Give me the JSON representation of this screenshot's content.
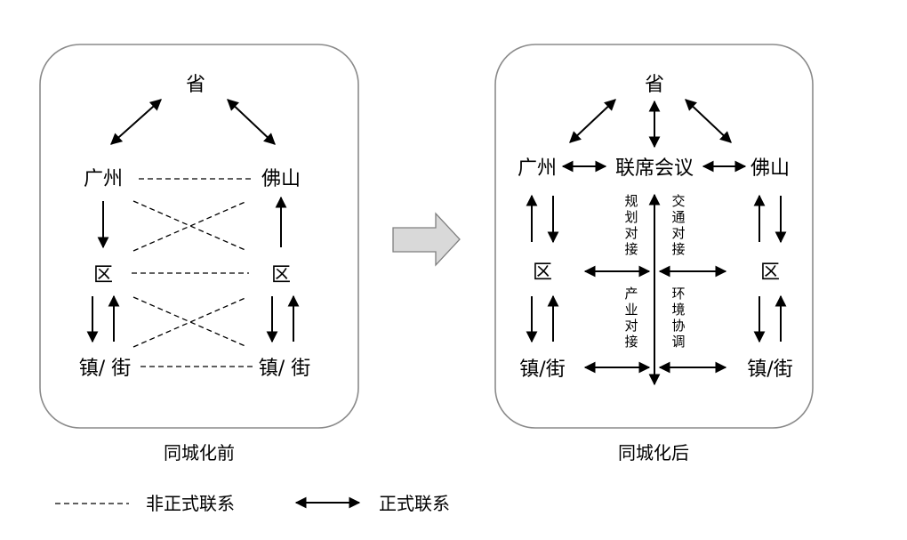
{
  "before": {
    "province": "省",
    "guangzhou": "广州",
    "foshan": "佛山",
    "district_left": "区",
    "district_right": "区",
    "town_left": "镇/ 街",
    "town_right": "镇/ 街",
    "caption": "同城化前"
  },
  "after": {
    "province": "省",
    "guangzhou": "广州",
    "meeting": "联席会议",
    "foshan": "佛山",
    "district_left": "区",
    "district_right": "区",
    "town_left": "镇/街",
    "town_right": "镇/街",
    "planning": [
      "规",
      "划",
      "对",
      "接"
    ],
    "transport": [
      "交",
      "通",
      "对",
      "接"
    ],
    "industry": [
      "产",
      "业",
      "对",
      "接"
    ],
    "environment": [
      "环",
      "境",
      "协",
      "调"
    ],
    "caption": "同城化后"
  },
  "legend": {
    "informal": "非正式联系",
    "formal": "正式联系"
  },
  "colors": {
    "box_stroke": "#8a8a8a",
    "arrow_fill": "#d9d9d9",
    "arrow_stroke": "#7f7f7f"
  }
}
